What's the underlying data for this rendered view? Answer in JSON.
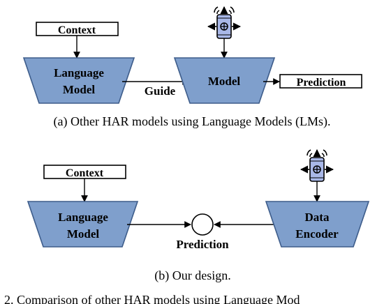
{
  "top": {
    "context": "Context",
    "lm_line1": "Language",
    "lm_line2": "Model",
    "guide": "Guide",
    "model": "Model",
    "prediction": "Prediction",
    "caption": "(a) Other HAR models using Language Models (LMs)."
  },
  "bottom": {
    "context": "Context",
    "lm_line1": "Language",
    "lm_line2": "Model",
    "prediction": "Prediction",
    "enc_line1": "Data",
    "enc_line2": "Encoder",
    "caption": "(b) Our design."
  },
  "figure_caption": "2. Comparison of other HAR models using Language Mod",
  "colors": {
    "block_fill": "#7f9fcc",
    "block_stroke": "#3d5c8a",
    "phone_fill": "#a9b8e8"
  },
  "icons": [
    "phone-sensor-icon"
  ]
}
